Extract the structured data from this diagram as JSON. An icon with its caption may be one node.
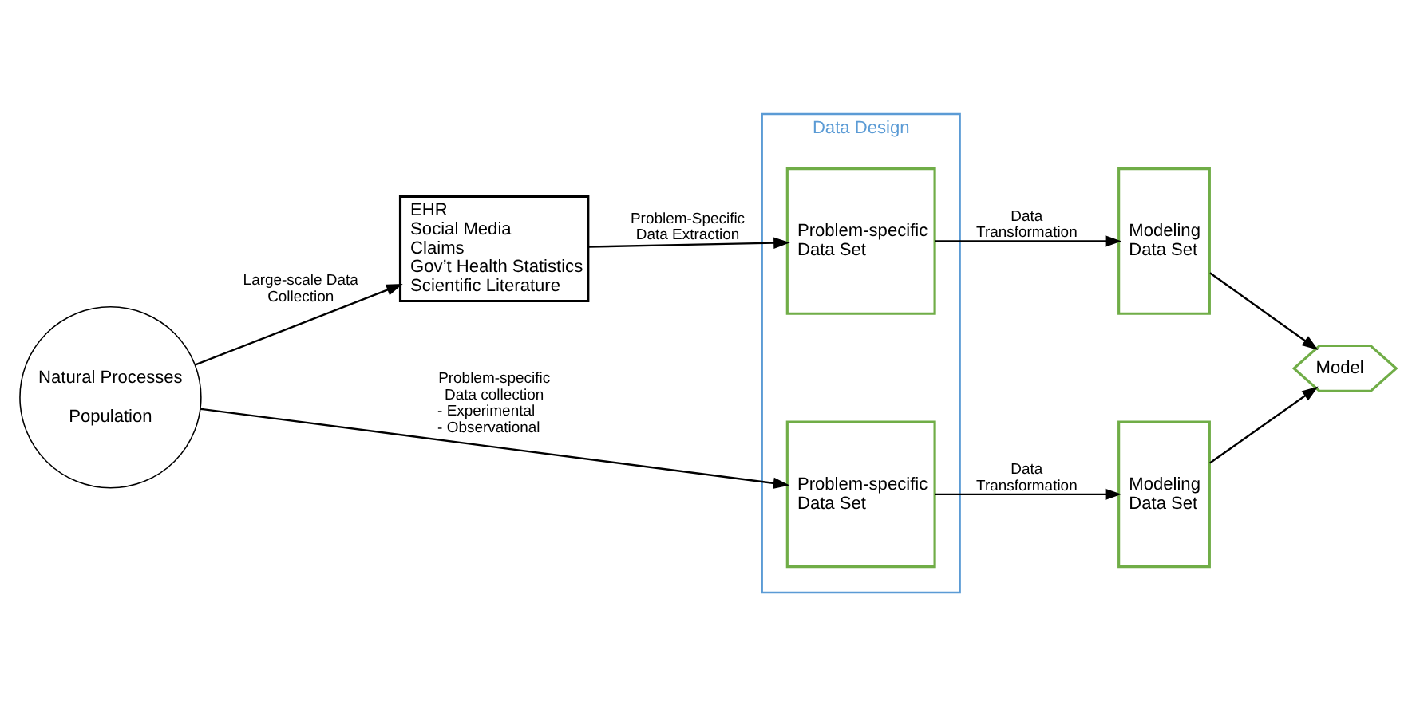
{
  "diagram": {
    "nodes": [
      {
        "text": [
          "Natural Processes",
          "Population"
        ]
      },
      {
        "text": [
          "EHR",
          "Social Media",
          "Claims",
          "Gov’t Health Statistics",
          "Scientific Literature"
        ]
      },
      {
        "text": [
          "Data Design"
        ]
      },
      {
        "text": [
          "Problem-specific Data Set"
        ],
        "in": 2
      },
      {
        "text": [
          "Problem-specific Data Set"
        ],
        "in": 2
      },
      {
        "text": [
          "Modeling Data Set"
        ]
      },
      {
        "text": [
          "Modeling Data Set"
        ]
      },
      {
        "text": [
          "Model"
        ]
      }
    ],
    "edges": [
      {
        "from": 0,
        "to": 1,
        "arrow": "to",
        "label": "Large-scale Data Collection"
      },
      {
        "from": 1,
        "to": 3,
        "arrow": "to",
        "label": "Problem-Specific Data Extraction"
      },
      {
        "from": 0,
        "to": 4,
        "arrow": "to",
        "label": "Problem-specific Data collection - Experimental - Observational"
      },
      {
        "from": 3,
        "to": 5,
        "arrow": "to",
        "label": "Data Transformation"
      },
      {
        "from": 4,
        "to": 6,
        "arrow": "to",
        "label": "Data Transformation"
      },
      {
        "from": 5,
        "to": 7,
        "arrow": "to"
      },
      {
        "from": 6,
        "to": 7,
        "arrow": "to"
      }
    ]
  }
}
